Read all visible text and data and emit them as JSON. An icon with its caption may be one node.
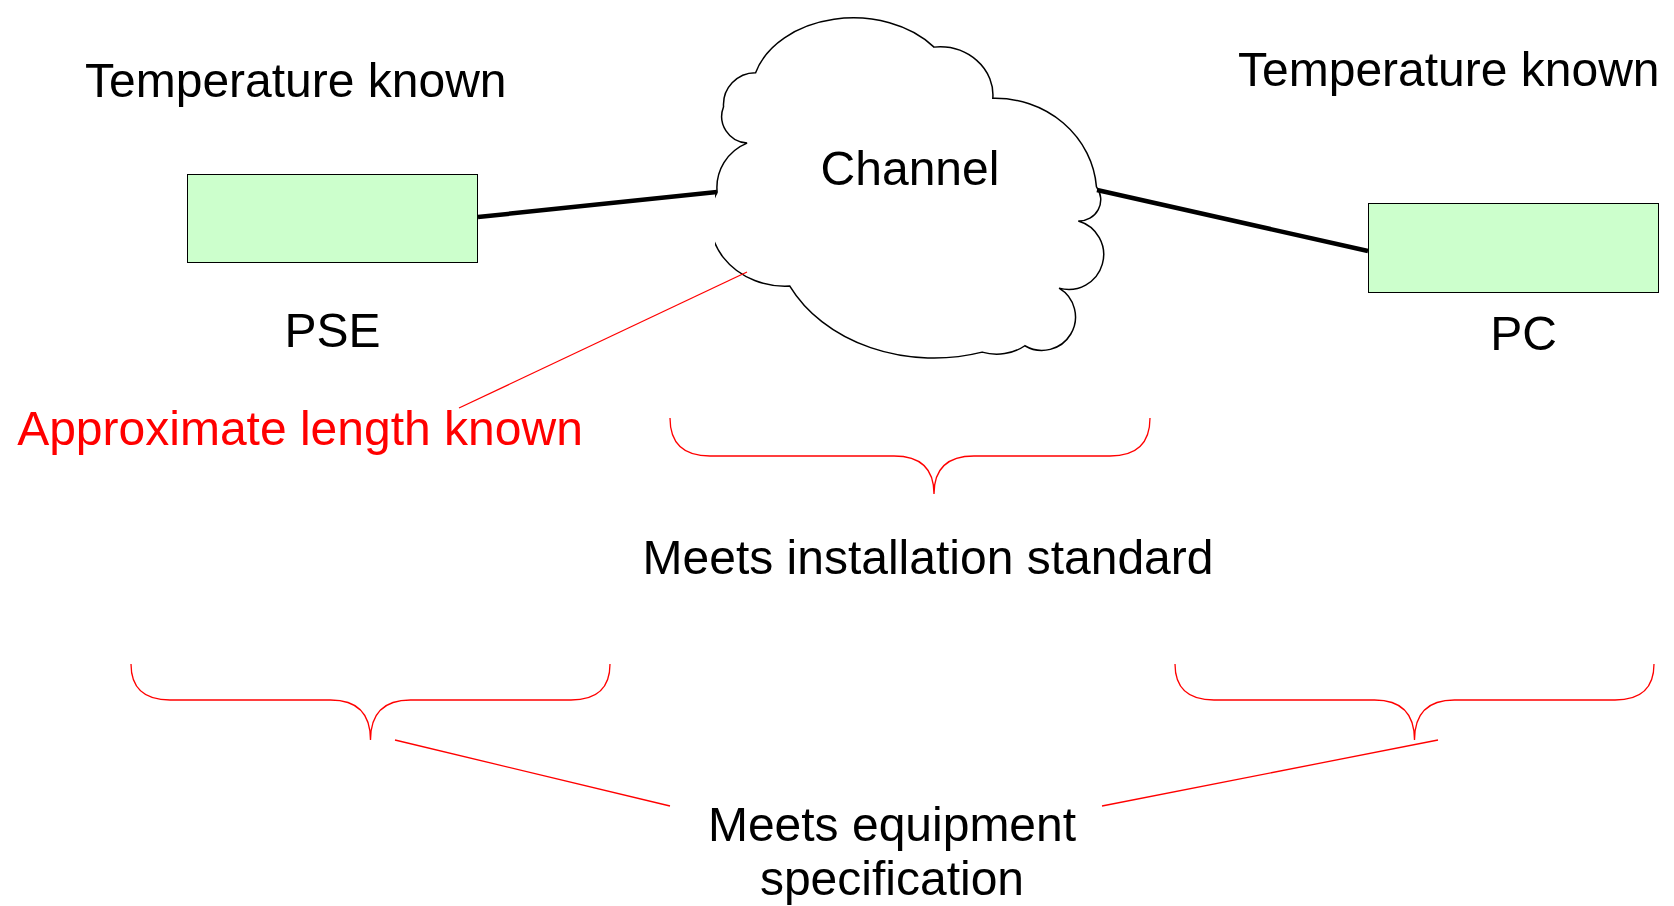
{
  "diagram": {
    "nodes": [
      {
        "text": [
          "PSE"
        ],
        "beside": [
          "Temperature known"
        ]
      },
      {
        "text": [
          "Channel"
        ]
      },
      {
        "text": [
          "PC"
        ],
        "beside": [
          "Temperature known"
        ]
      },
      {
        "text": [
          "Approximate length known"
        ]
      },
      {
        "text": [],
        "shape": "brace"
      },
      {
        "text": [],
        "shape": "brace"
      },
      {
        "text": [
          "Meets equipment specification"
        ]
      }
    ],
    "edges": [
      {
        "from": 0,
        "to": 1,
        "arrow": "none",
        "style": "thick",
        "color": "#000000"
      },
      {
        "from": 1,
        "to": 2,
        "arrow": "none",
        "style": "thick",
        "color": "#000000"
      },
      {
        "from": 3,
        "to": 1,
        "arrow": "none",
        "color": "#ff0000"
      },
      {
        "from": 6,
        "to": 4,
        "arrow": "none",
        "color": "#ff0000"
      },
      {
        "from": 6,
        "to": 5,
        "arrow": "none",
        "color": "#ff0000"
      }
    ],
    "labels": [
      "Meets installation standard"
    ]
  }
}
